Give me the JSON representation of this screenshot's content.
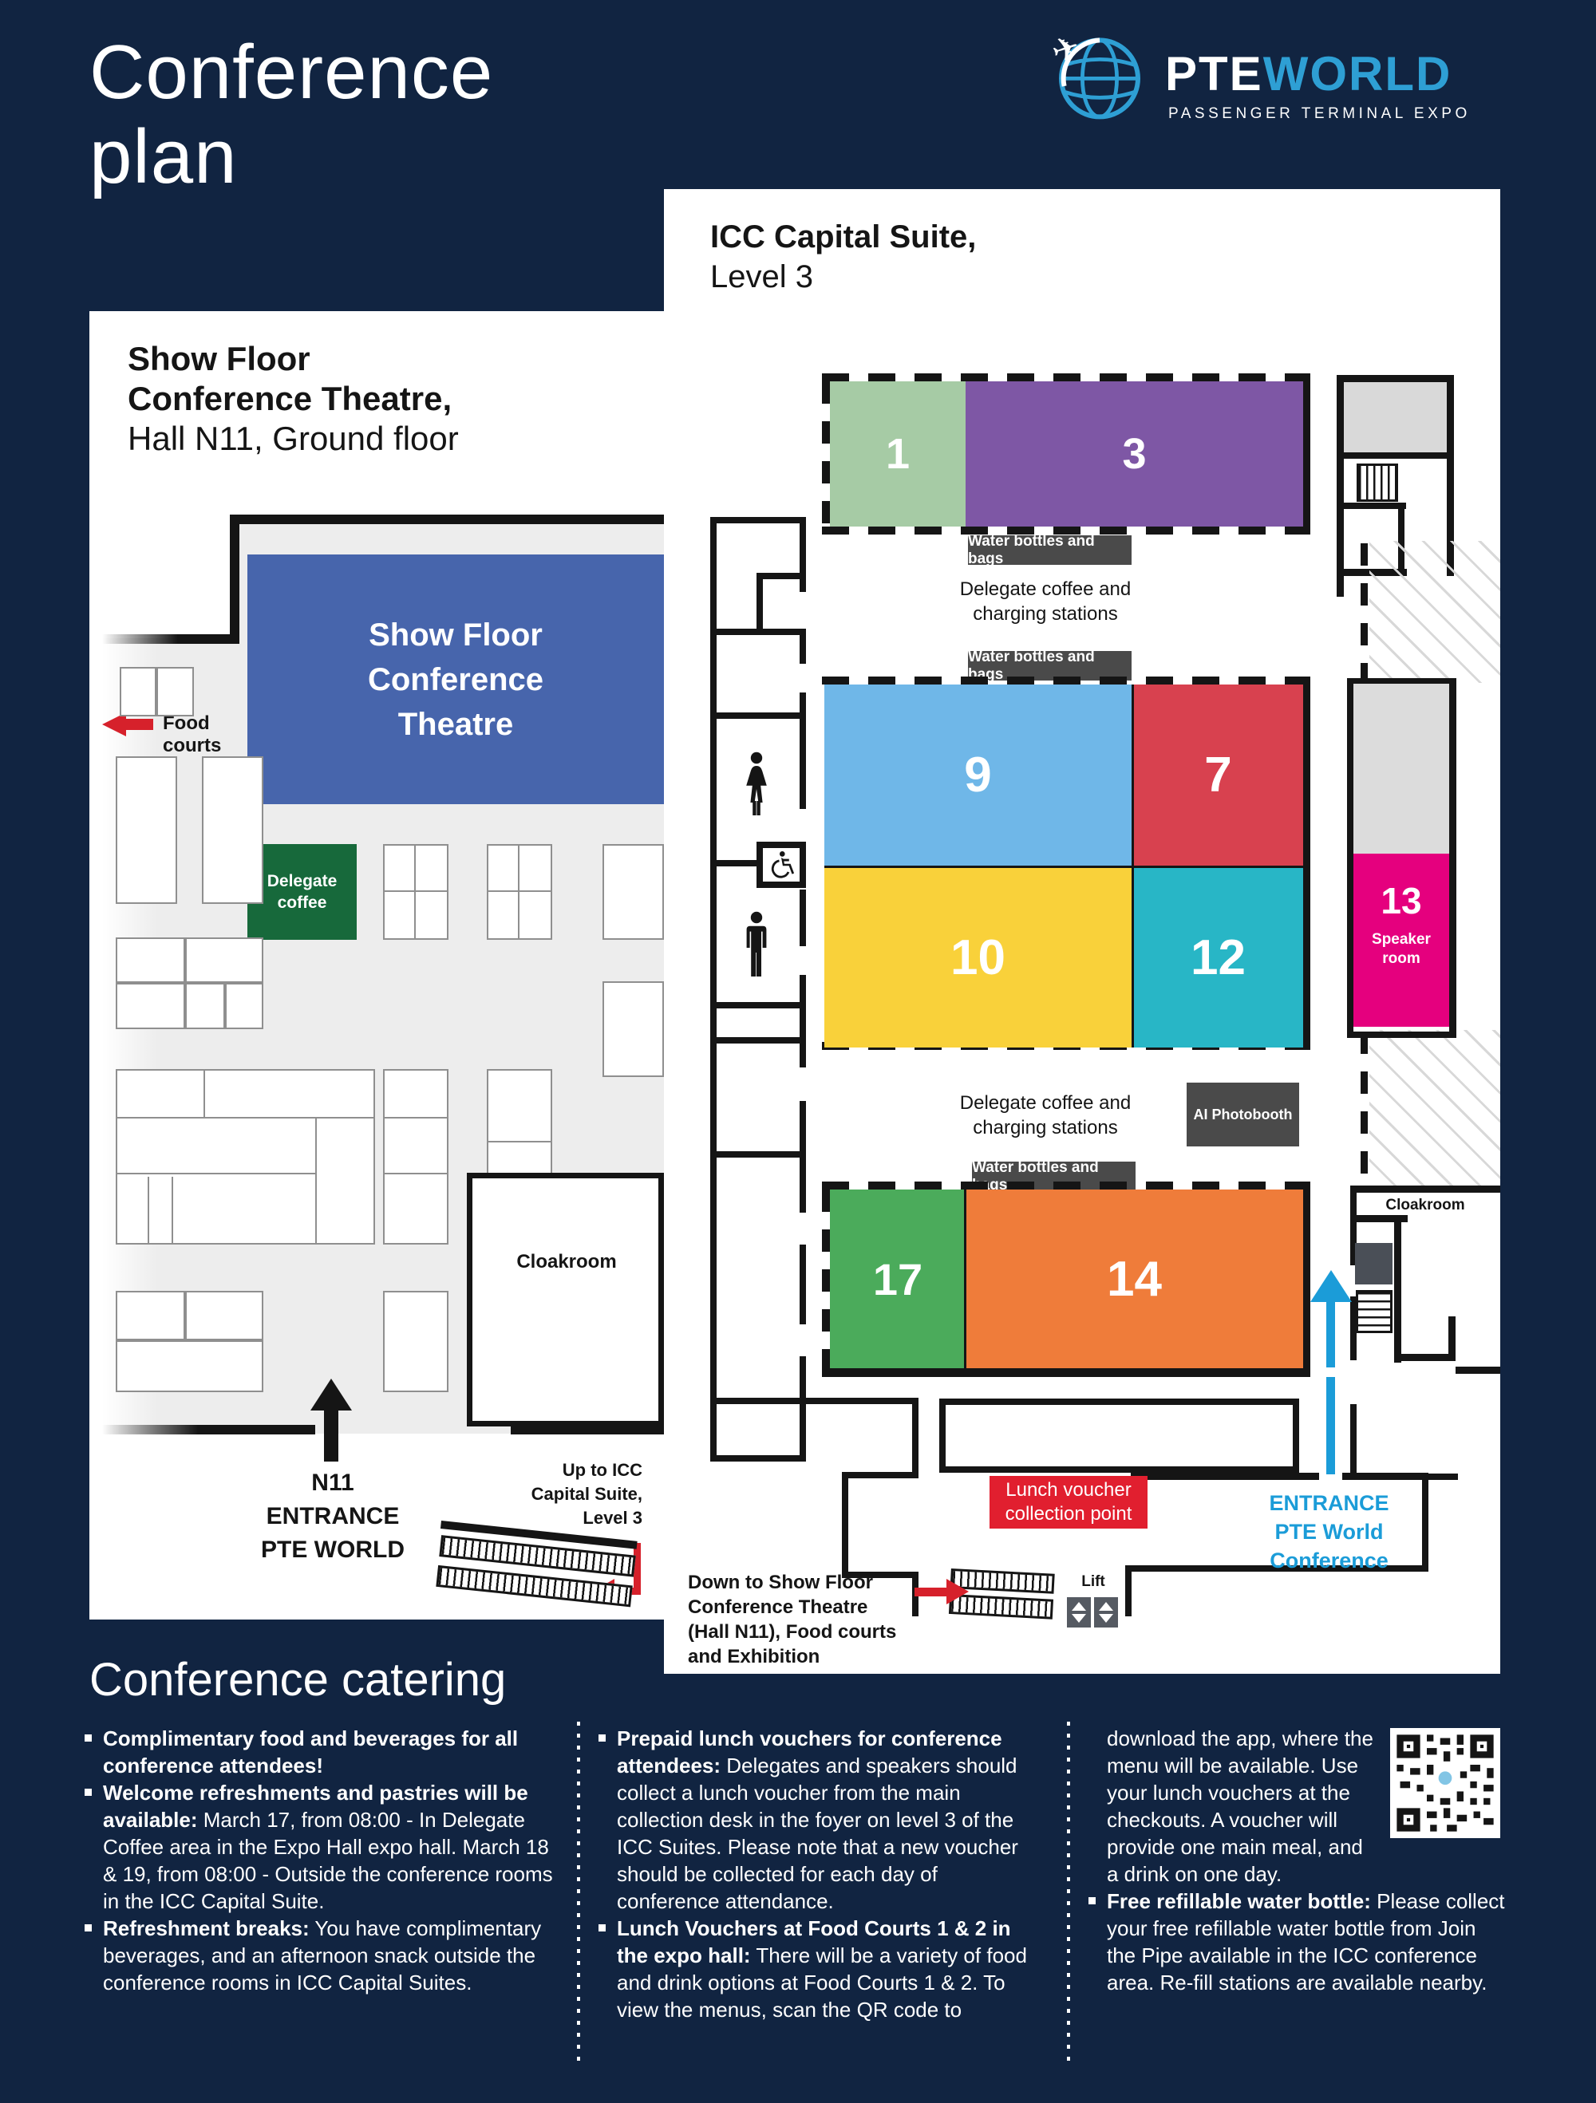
{
  "header": {
    "title_lines": [
      "Conference",
      "plan"
    ]
  },
  "logo": {
    "pte": "PTE",
    "world": "WORLD",
    "tagline": "PASSENGER TERMINAL EXPO",
    "blue": "#2E9FD4"
  },
  "show_floor": {
    "heading_bold_lines": [
      "Show Floor",
      "Conference Theatre,"
    ],
    "heading_regular": "Hall N11, Ground floor",
    "theatre_lines": [
      "Show Floor",
      "Conference",
      "Theatre"
    ],
    "delegate_coffee_lines": [
      "Delegate",
      "coffee"
    ],
    "food_courts": "Food courts",
    "cloakroom": "Cloakroom",
    "entrance_lines": [
      "N11",
      "ENTRANCE",
      "PTE WORLD"
    ],
    "up_to_icc_lines": [
      "Up to ICC",
      "Capital Suite,",
      "Level 3"
    ],
    "colors": {
      "theatre": "#4765AC",
      "delegate_coffee": "#17693B",
      "arrow_red": "#D6212B",
      "floor": "#EDEDED"
    }
  },
  "icc": {
    "heading_bold": "ICC Capital Suite,",
    "heading_regular": "Level 3",
    "water_label": "Water bottles and bags",
    "delegate_coffee_lines": [
      "Delegate coffee and",
      "charging stations"
    ],
    "ai_photobooth": "AI Photobooth",
    "cloakroom": "Cloakroom",
    "lift": "Lift",
    "lunch_voucher_lines": [
      "Lunch voucher",
      "collection point"
    ],
    "entrance_lines": [
      "ENTRANCE",
      "PTE World",
      "Conference"
    ],
    "down_to_lines": [
      "Down to Show Floor",
      "Conference Theatre",
      "(Hall N11), Food courts",
      "and Exhibition"
    ],
    "entrance_blue": "#1B9CD8",
    "lunch_voucher_red": "#E11F2F",
    "rooms": [
      {
        "id": "1",
        "color": "#A6CBA5"
      },
      {
        "id": "3",
        "color": "#7E57A5"
      },
      {
        "id": "9",
        "color": "#6FB7E8"
      },
      {
        "id": "7",
        "color": "#D8414F"
      },
      {
        "id": "10",
        "color": "#F9D13A"
      },
      {
        "id": "12",
        "color": "#28B6C6"
      },
      {
        "id": "13",
        "color": "#E5007E",
        "sub_lines": [
          "Speaker",
          "room"
        ]
      },
      {
        "id": "17",
        "color": "#4BAB5B"
      },
      {
        "id": "14",
        "color": "#EF7C3A"
      }
    ]
  },
  "catering": {
    "heading": "Conference catering",
    "columns": [
      {
        "items": [
          {
            "bold": "Complimentary food and beverages for all conference attendees!",
            "normal": ""
          },
          {
            "bold": "Welcome refreshments and pastries will be available:",
            "normal": " March 17, from 08:00 - In Delegate Coffee area in the Expo Hall expo hall. March 18 & 19, from 08:00 - Outside the conference rooms in the ICC Capital Suite."
          },
          {
            "bold": "Refreshment breaks:",
            "normal": " You have complimentary beverages, and an afternoon snack outside the conference rooms in ICC Capital Suites."
          }
        ]
      },
      {
        "items": [
          {
            "bold": "Prepaid lunch vouchers for conference attendees:",
            "normal": " Delegates and speakers should collect a lunch voucher from the main collection desk in the foyer on level 3 of the ICC Suites. Please note that a new voucher should be collected for each day of conference attendance."
          },
          {
            "bold": "Lunch Vouchers at Food Courts 1 & 2 in the expo hall:",
            "normal": " There will be a variety of food and drink options at Food Courts 1 & 2. To view the menus, scan the QR code to"
          }
        ]
      },
      {
        "items": [
          {
            "bold": "",
            "normal": "download the app, where the menu will be available. Use your lunch vouchers at the checkouts. A voucher will provide one main meal, and a drink on one day."
          },
          {
            "bold": "Free refillable water bottle:",
            "normal": " Please collect your free refillable water bottle from Join the Pipe available in the ICC conference area. Re-fill stations are available nearby."
          }
        ]
      }
    ]
  }
}
